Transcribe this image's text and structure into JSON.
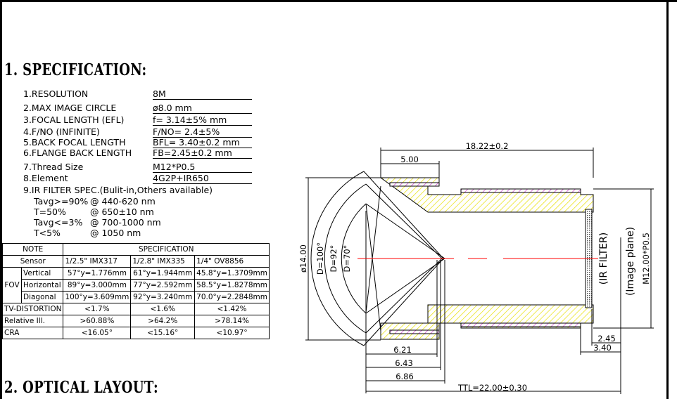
{
  "headings": {
    "spec": "1. SPECIFICATION:",
    "layout": "2. OPTICAL LAYOUT:"
  },
  "spec_list": [
    {
      "label": "1.RESOLUTION",
      "value": "8M"
    },
    {
      "label": "2.MAX IMAGE CIRCLE",
      "value": "ø8.0   mm"
    },
    {
      "label": "3.FOCAL LENGTH (EFL)",
      "value": "f= 3.14±5%  mm"
    },
    {
      "label": "4.F/NO (INFINITE)",
      "value": "F/NO= 2.4±5%"
    },
    {
      "label": "5.BACK FOCAL LENGTH",
      "value": "BFL= 3.40±0.2 mm"
    },
    {
      "label": "6.FLANGE BACK LENGTH",
      "value": "FB=2.45±0.2 mm"
    },
    {
      "label": "7.Thread Size",
      "value": "M12*P0.5"
    },
    {
      "label": "8.Element",
      "value": "4G2P+IR650"
    }
  ],
  "ir_filter": {
    "title": "9.IR FILTER SPEC.(Bulit-in,Others available)",
    "lines": [
      {
        "cond": "Tavg>=90%",
        "range": "@ 440-620  nm"
      },
      {
        "cond": "T=50%",
        "range": "@ 650±10  nm"
      },
      {
        "cond": "Tavg<=3%",
        "range": "@ 700-1000  nm"
      },
      {
        "cond": "T<5%",
        "range": "@ 1050  nm"
      }
    ]
  },
  "table": {
    "note": "NOTE",
    "specification": "SPECIFICATION",
    "sensor_label": "Sensor",
    "sensors": [
      "1/2.5\"  IMX317",
      "1/2.8\"  IMX335",
      "1/4\"  OV8856"
    ],
    "fov_label": "FOV",
    "fov_rows": [
      {
        "label": "Vertical",
        "values": [
          "57°y=1.776mm",
          "61°y=1.944mm",
          "45.8°y=1.3709mm"
        ]
      },
      {
        "label": "Horizontal",
        "values": [
          "89°y=3.000mm",
          "77°y=2.592mm",
          "58.5°y=1.8278mm"
        ]
      },
      {
        "label": "Diagonal",
        "values": [
          "100°y=3.609mm",
          "92°y=3.240mm",
          "70.0°y=2.2848mm"
        ]
      }
    ],
    "other_rows": [
      {
        "label": "TV-DISTORTION",
        "values": [
          "<1.7%",
          "<1.6%",
          "<1.42%"
        ]
      },
      {
        "label": "Relative Ill.",
        "values": [
          ">60.88%",
          ">64.2%",
          ">78.14%"
        ]
      },
      {
        "label": "CRA",
        "values": [
          "<16.05°",
          "<15.16°",
          "<10.97°"
        ]
      }
    ]
  },
  "drawing": {
    "dim_overall": "18.22±0.2",
    "dim_flange": "5.00",
    "dim_diameter": "ø14.00",
    "fov_100": "D=100°",
    "fov_92": "D=92°",
    "fov_70": "D=70°",
    "dim_621": "6.21",
    "dim_643": "6.43",
    "dim_686": "6.86",
    "dim_245": "2.45",
    "dim_340": "3.40",
    "ttl": "TTL=22.00±0.30",
    "ir_filter_label": "(IR FILTER)",
    "image_plane_label": "(Image plane)",
    "thread_label": "M12.00*P0.5",
    "colors": {
      "hatch": "#e8e000",
      "thread": "#d040d0",
      "axis": "#ff0000"
    }
  }
}
